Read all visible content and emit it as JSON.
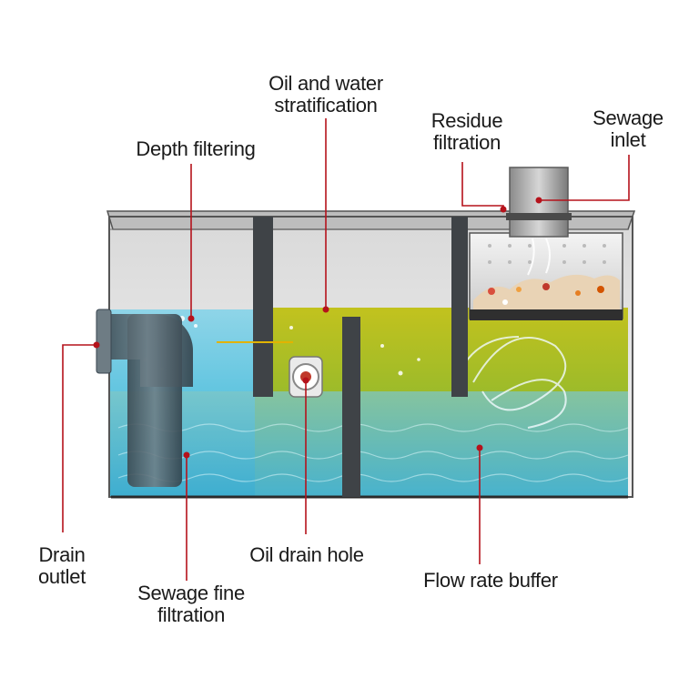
{
  "labels": {
    "oil_water": [
      "Oil and water",
      "stratification"
    ],
    "residue": [
      "Residue",
      "filtration"
    ],
    "sewage_inlet": [
      "Sewage",
      "inlet"
    ],
    "depth_filtering": [
      "Depth filtering"
    ],
    "drain_outlet": [
      "Drain",
      "outlet"
    ],
    "oil_drain_hole": [
      "Oil drain hole"
    ],
    "flow_rate_buffer": [
      "Flow rate buffer"
    ],
    "sewage_fine_filtration": [
      "Sewage fine",
      "filtration"
    ]
  },
  "colors": {
    "leader_line": "#b5121b",
    "water_blue": "#5cc3df",
    "oil_green": "#a6b81c",
    "tank_frame": "#555555",
    "label_text": "#1a1a1a"
  }
}
